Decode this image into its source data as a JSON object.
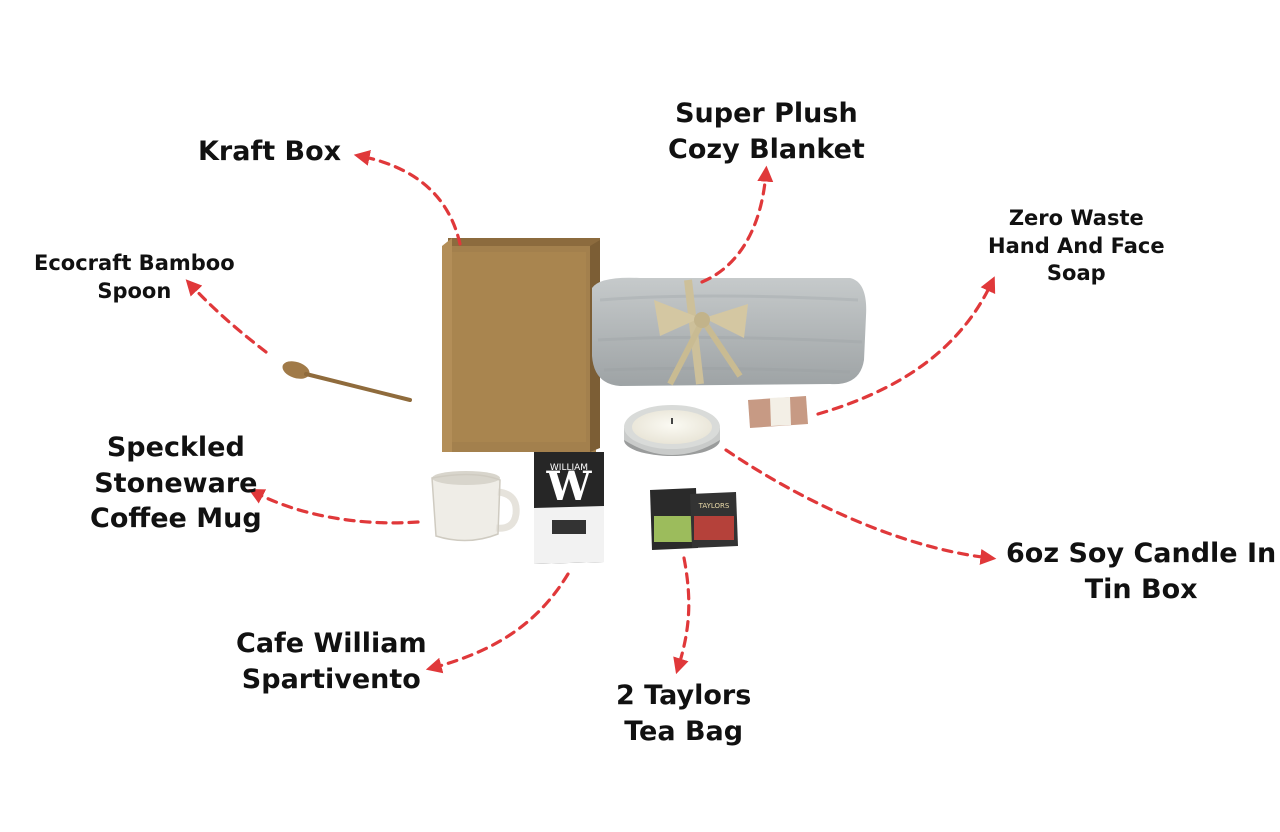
{
  "accent_color": "#e0383a",
  "labels": {
    "kraft_box": [
      "Kraft Box"
    ],
    "blanket": [
      "Super Plush",
      "Cozy Blanket"
    ],
    "soap": [
      "Zero Waste",
      "Hand And Face",
      "Soap"
    ],
    "spoon": [
      "Ecocraft Bamboo",
      "Spoon"
    ],
    "mug": [
      "Speckled",
      "Stoneware",
      "Coffee Mug"
    ],
    "candle": [
      "6oz Soy Candle In",
      "Tin Box"
    ],
    "coffee": [
      "Cafe William",
      "Spartivento"
    ],
    "tea": [
      "2 Taylors",
      "Tea Bag"
    ]
  },
  "product_marks": {
    "coffee_bag_letter": "W",
    "coffee_bag_brand": "WILLIAM",
    "tea_brand": "TAYLORS"
  }
}
